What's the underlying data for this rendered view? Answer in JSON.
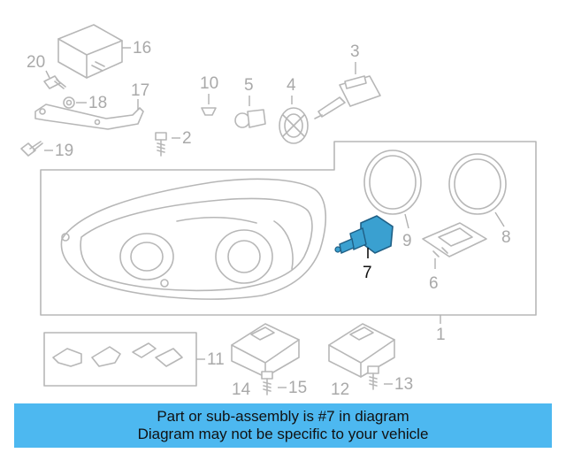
{
  "diagram": {
    "callouts": {
      "c1": "1",
      "c2": "2",
      "c3": "3",
      "c4": "4",
      "c5": "5",
      "c6": "6",
      "c7": "7",
      "c8": "8",
      "c9": "9",
      "c10": "10",
      "c11": "11",
      "c12": "12",
      "c13": "13",
      "c14": "14",
      "c15": "15",
      "c16": "16",
      "c17": "17",
      "c18": "18",
      "c19": "19",
      "c20": "20"
    },
    "highlight_color": "#3aa0d0",
    "line_color": "#b7b7b7"
  },
  "banner": {
    "line1": "Part or sub-assembly is #7 in diagram",
    "line2": "Diagram may not be specific to your vehicle",
    "background": "#4db8f0"
  }
}
